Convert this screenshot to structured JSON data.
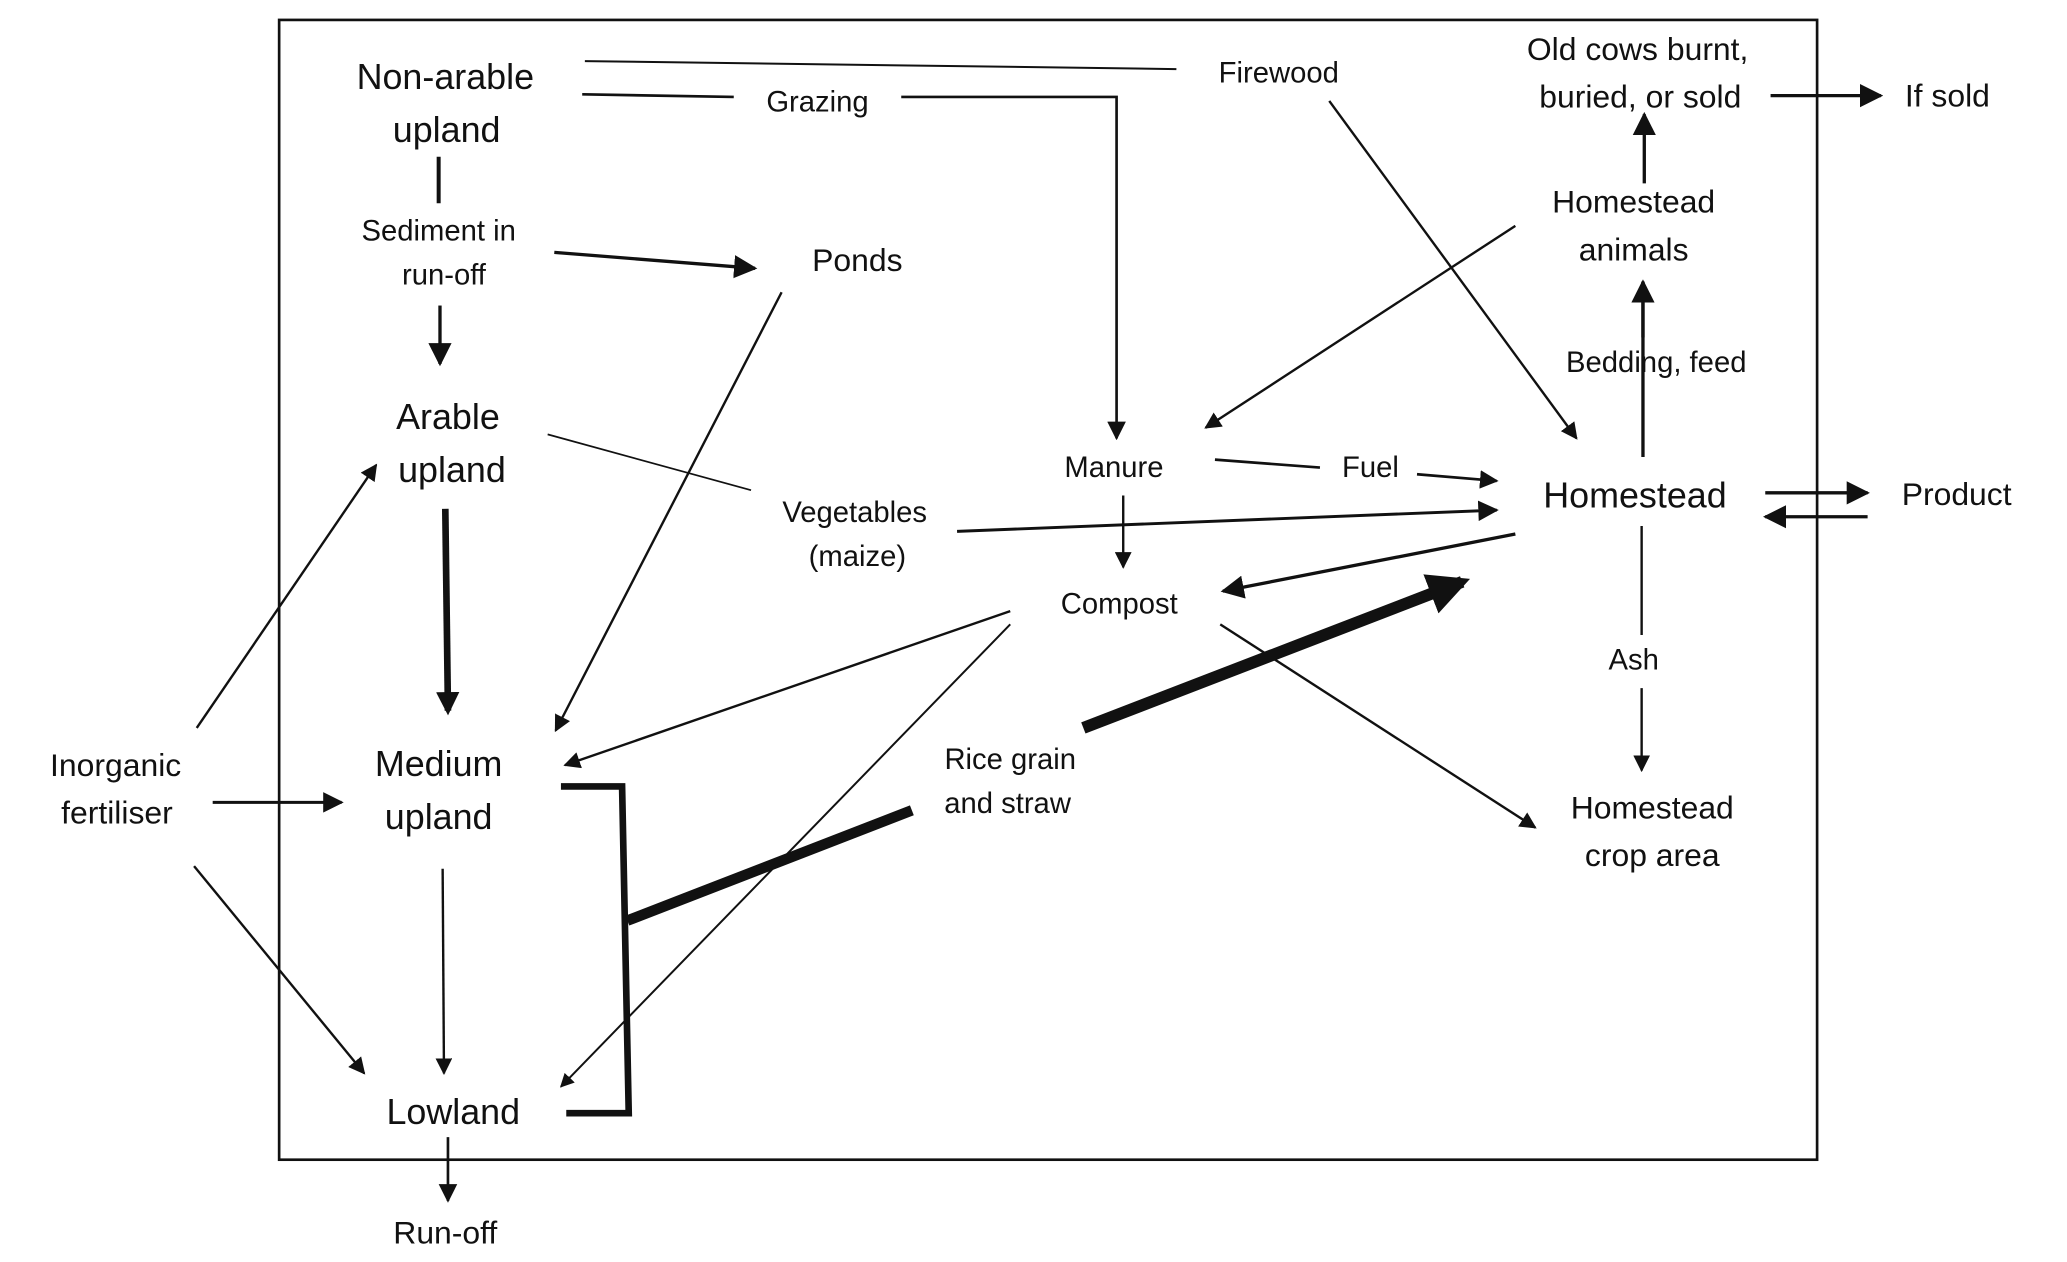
{
  "diagram": {
    "title": "Nutrient flows between land types and homestead",
    "nodes": {
      "non_arable_upland": [
        "Non-arable",
        "upland"
      ],
      "sediment": [
        "Sediment in",
        "run-off"
      ],
      "ponds": [
        "Ponds"
      ],
      "arable_upland": [
        "Arable",
        "upland"
      ],
      "medium_upland": [
        "Medium",
        "upland"
      ],
      "lowland": [
        "Lowland"
      ],
      "runoff": [
        "Run-off"
      ],
      "inorganic_fertiliser": [
        "Inorganic",
        "fertiliser"
      ],
      "grazing": [
        "Grazing"
      ],
      "firewood": [
        "Firewood"
      ],
      "old_cows": [
        "Old cows burnt,",
        "buried, or sold"
      ],
      "if_sold": [
        "If sold"
      ],
      "homestead_animals": [
        "Homestead",
        "animals"
      ],
      "bedding_feed": [
        "Bedding, feed"
      ],
      "manure": [
        "Manure"
      ],
      "fuel": [
        "Fuel"
      ],
      "homestead": [
        "Homestead"
      ],
      "product": [
        "Product"
      ],
      "vegetables": [
        "Vegetables",
        "(maize)"
      ],
      "compost": [
        "Compost"
      ],
      "ash": [
        "Ash"
      ],
      "rice": [
        "Rice grain",
        "and straw"
      ],
      "homestead_crop_area": [
        "Homestead",
        "crop area"
      ]
    }
  }
}
